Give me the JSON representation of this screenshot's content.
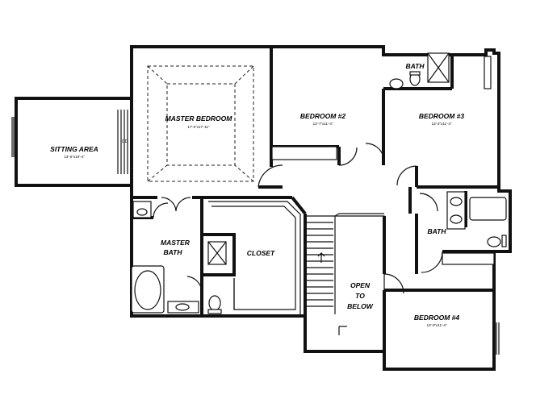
{
  "rooms": {
    "sitting_area": {
      "name": "SITTING AREA",
      "dims": "13'-0\"x10'-4\""
    },
    "master_bedroom": {
      "name": "MASTER BEDROOM",
      "dims": "17'-0\"x17'-11\""
    },
    "bedroom2": {
      "name": "BEDROOM #2",
      "dims": "13'-7\"x11'-4\""
    },
    "bedroom3": {
      "name": "BEDROOM #3",
      "dims": "13'-2\"x11'-4\""
    },
    "bath_upper": {
      "name": "BATH"
    },
    "bath_right": {
      "name": "BATH"
    },
    "master_bath": {
      "name_line1": "MASTER",
      "name_line2": "BATH"
    },
    "closet": {
      "name": "CLOSET"
    },
    "open_to_below": {
      "line1": "OPEN",
      "line2": "TO",
      "line3": "BELOW"
    },
    "bedroom4": {
      "name": "BEDROOM #4",
      "dims": "13'-0\"x11'-4\""
    }
  },
  "annotations": {
    "double_door_note": "DD"
  }
}
